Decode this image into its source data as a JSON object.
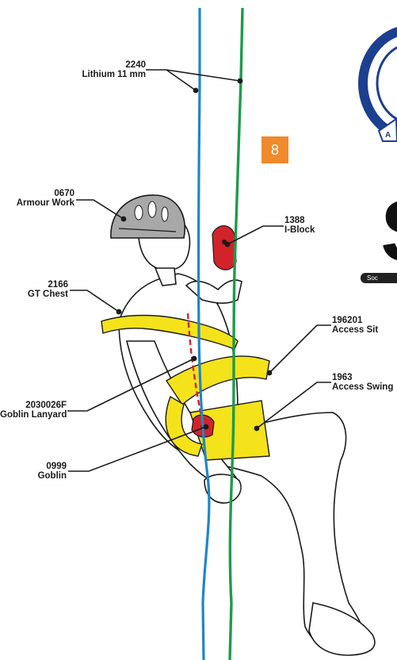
{
  "badge": "8",
  "logo_bar_text": "Soc",
  "logo_letter": "S",
  "callouts": [
    {
      "id": "rope",
      "code": "2240",
      "name": "Lithium 11 mm"
    },
    {
      "id": "helmet",
      "code": "0670",
      "name": "Armour Work"
    },
    {
      "id": "chest",
      "code": "2166",
      "name": "GT Chest"
    },
    {
      "id": "lanyard",
      "code": "2030026F",
      "name": "Goblin Lanyard"
    },
    {
      "id": "goblin",
      "code": "0999",
      "name": "Goblin"
    },
    {
      "id": "iblock",
      "code": "1388",
      "name": "I-Block"
    },
    {
      "id": "sit",
      "code": "196201",
      "name": "Access Sit"
    },
    {
      "id": "swing",
      "code": "1963",
      "name": "Access Swing"
    }
  ],
  "colors": {
    "blue_rope": "#1f86c8",
    "green_rope": "#1f9a4a",
    "harness": "#f4e21a",
    "device": "#d2232a",
    "helmet": "#a8a8a8",
    "badge": "#f08a2c",
    "logo_blue": "#1c3f8f"
  }
}
